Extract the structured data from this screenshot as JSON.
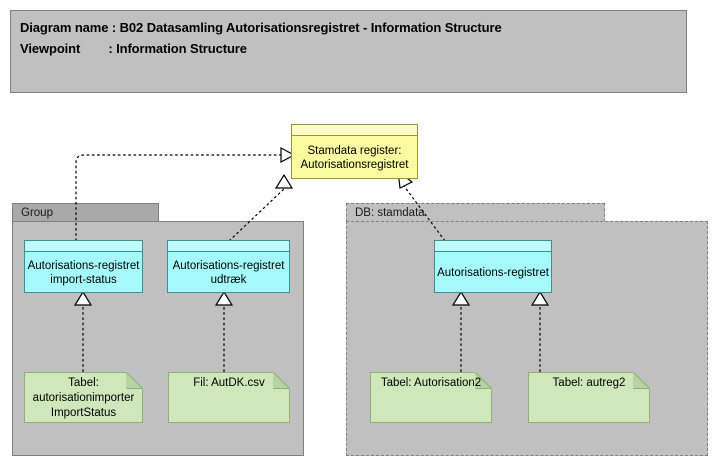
{
  "diagram": {
    "header": {
      "line1": "Diagram name : B02 Datasamling Autorisationsregistret - Information Structure",
      "line2": "Viewpoint        : Information Structure"
    },
    "groups": [
      {
        "id": "group-left",
        "label": "Group",
        "border": "solid"
      },
      {
        "id": "group-db",
        "label": "DB: stamdata",
        "border": "dashed"
      }
    ],
    "nodes": {
      "stamdata_register": {
        "label": "Stamdata register: Autorisationsregistret",
        "color": "#fafaa0",
        "type": "data-object"
      },
      "import_status": {
        "label": "Autorisations-registret import-status",
        "color": "#a5fbfb",
        "type": "data-object"
      },
      "udtraek": {
        "label": "Autorisations-registret udtræk",
        "color": "#a5fbfb",
        "type": "data-object"
      },
      "autorisationsregistret": {
        "label": "Autorisations-registret",
        "color": "#a5fbfb",
        "type": "data-object"
      }
    },
    "artifacts": [
      {
        "id": "artifact-importstatus",
        "label": "Tabel: autorisationimporter ImportStatus",
        "color": "#cfe7bb"
      },
      {
        "id": "artifact-autdk",
        "label": "Fil: AutDK.csv",
        "color": "#cfe7bb"
      },
      {
        "id": "artifact-autorisation2",
        "label": "Tabel: Autorisation2",
        "color": "#cfe7bb"
      },
      {
        "id": "artifact-autreg2",
        "label": "Tabel: autreg2",
        "color": "#cfe7bb"
      }
    ],
    "colors": {
      "canvas": "#ffffff",
      "banner": "#c0c0c0",
      "group_body": "#c0c0c0",
      "group_tab": "#a9a9a9",
      "data_object_yellow": "#fafaa0",
      "data_object_cyan": "#a5fbfb",
      "artifact_green": "#cfe7bb",
      "line": "#000000"
    }
  }
}
